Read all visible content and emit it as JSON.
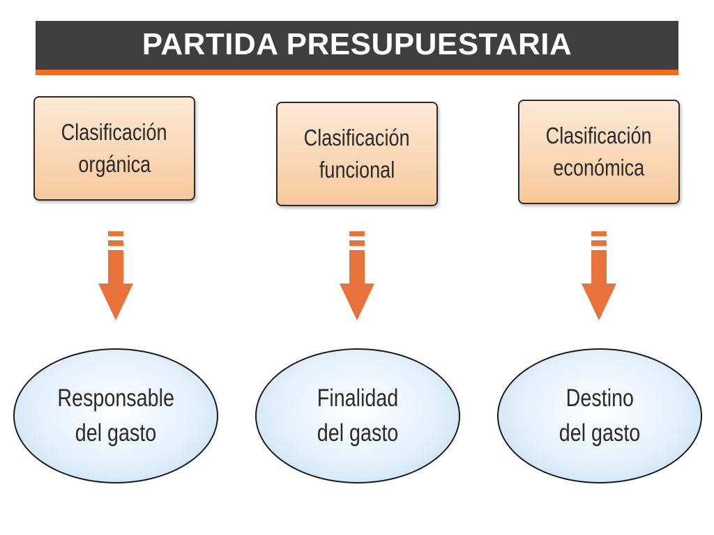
{
  "title": "PARTIDA PRESUPUESTARIA",
  "colors": {
    "title_bar": "#3f3f3f",
    "title_underline": "#ff6a13",
    "arrow": "#e8733a",
    "box_fill": "#f7c99c",
    "ellipse_fill": "#d6e8f7"
  },
  "classifications": [
    {
      "line1": "Clasificación",
      "line2": "orgánica"
    },
    {
      "line1": "Clasificación",
      "line2": "funcional"
    },
    {
      "line1": "Clasificación",
      "line2": "económica"
    }
  ],
  "results": [
    {
      "line1": "Responsable",
      "line2": "del gasto"
    },
    {
      "line1": "Finalidad",
      "line2": "del gasto"
    },
    {
      "line1": "Destino",
      "line2": "del gasto"
    }
  ],
  "connector_icon": "down-arrow-icon"
}
